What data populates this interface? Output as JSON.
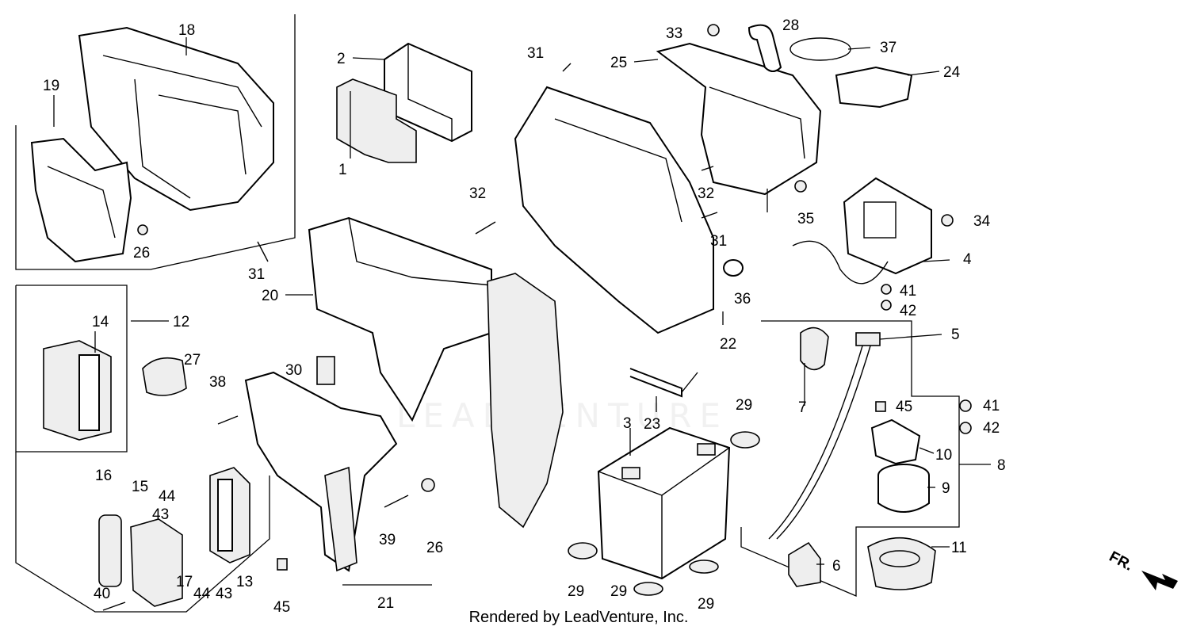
{
  "diagram": {
    "credit": "Rendered by LeadVenture, Inc.",
    "watermark": "LEADVENTURE",
    "direction_label": "FR.",
    "callouts": {
      "c1": "1",
      "c2": "2",
      "c3": "3",
      "c4": "4",
      "c5": "5",
      "c6": "6",
      "c7": "7",
      "c8": "8",
      "c9": "9",
      "c10": "10",
      "c11": "11",
      "c12": "12",
      "c13": "13",
      "c14": "14",
      "c15": "15",
      "c16": "16",
      "c17": "17",
      "c18": "18",
      "c19": "19",
      "c20": "20",
      "c21": "21",
      "c22": "22",
      "c23": "23",
      "c24": "24",
      "c25": "25",
      "c26a": "26",
      "c26b": "26",
      "c27": "27",
      "c28": "28",
      "c29a": "29",
      "c29b": "29",
      "c29c": "29",
      "c29d": "29",
      "c30": "30",
      "c31a": "31",
      "c31b": "31",
      "c31c": "31",
      "c32a": "32",
      "c32b": "32",
      "c33": "33",
      "c34": "34",
      "c35": "35",
      "c36": "36",
      "c37": "37",
      "c38": "38",
      "c39": "39",
      "c40": "40",
      "c41a": "41",
      "c41b": "41",
      "c42a": "42",
      "c42b": "42",
      "c43a": "43",
      "c43b": "43",
      "c44a": "44",
      "c44b": "44",
      "c45a": "45",
      "c45b": "45"
    }
  }
}
